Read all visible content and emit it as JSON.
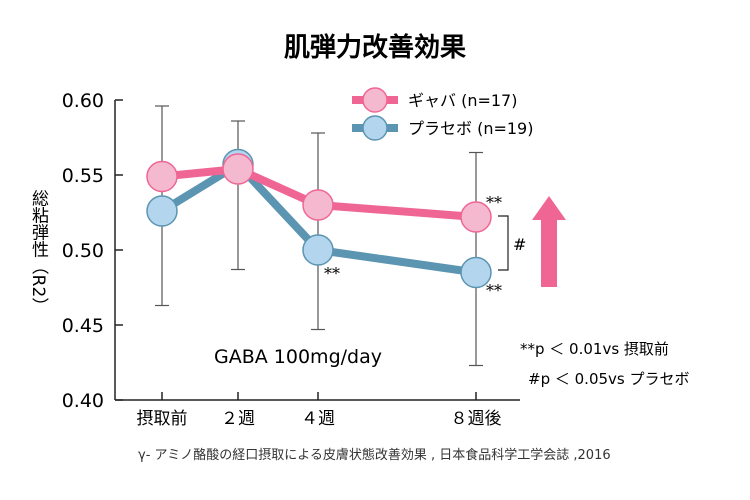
{
  "chart_data": {
    "type": "line",
    "title": "肌弾力改善効果",
    "ylabel": "総粘弾性（R2）",
    "xlabel": "",
    "categories": [
      "摂取前",
      "２週",
      "４週",
      "８週後"
    ],
    "ylim": [
      0.4,
      0.6
    ],
    "yticks": [
      "0.40",
      "0.45",
      "0.50",
      "0.55",
      "0.60"
    ],
    "grid": false,
    "legend_position": "top-right",
    "series": [
      {
        "name": "ギャバ (n=17)",
        "color": "#ef6694",
        "marker_color": "#f4b8cf",
        "values": [
          0.549,
          0.554,
          0.53,
          0.522
        ],
        "error_upper": [
          0.596,
          0.586,
          0.578,
          0.565
        ],
        "error_lower": [
          0.463,
          0.487,
          0.447,
          0.423
        ]
      },
      {
        "name": "プラセボ (n=19)",
        "color": "#5b95b1",
        "marker_color": "#b3d5ee",
        "values": [
          0.526,
          0.557,
          0.5,
          0.485
        ],
        "error_upper": [
          0.596,
          0.586,
          0.578,
          0.565
        ],
        "error_lower": [
          0.463,
          0.487,
          0.447,
          0.423
        ]
      }
    ],
    "annotations": {
      "sig_gaba_8w": "**",
      "sig_placebo_4w": "**",
      "sig_placebo_8w": "**",
      "between_groups": "#",
      "condition": "GABA 100mg/day",
      "note1": "**p ＜ 0.01vs 摂取前",
      "note2": "#p ＜ 0.05vs プラセボ",
      "source": "γ- アミノ酪酸の経口摂取による皮膚状態改善効果 , 日本食品科学工学会誌 ,2016",
      "arrow_color": "#ef6694"
    }
  }
}
